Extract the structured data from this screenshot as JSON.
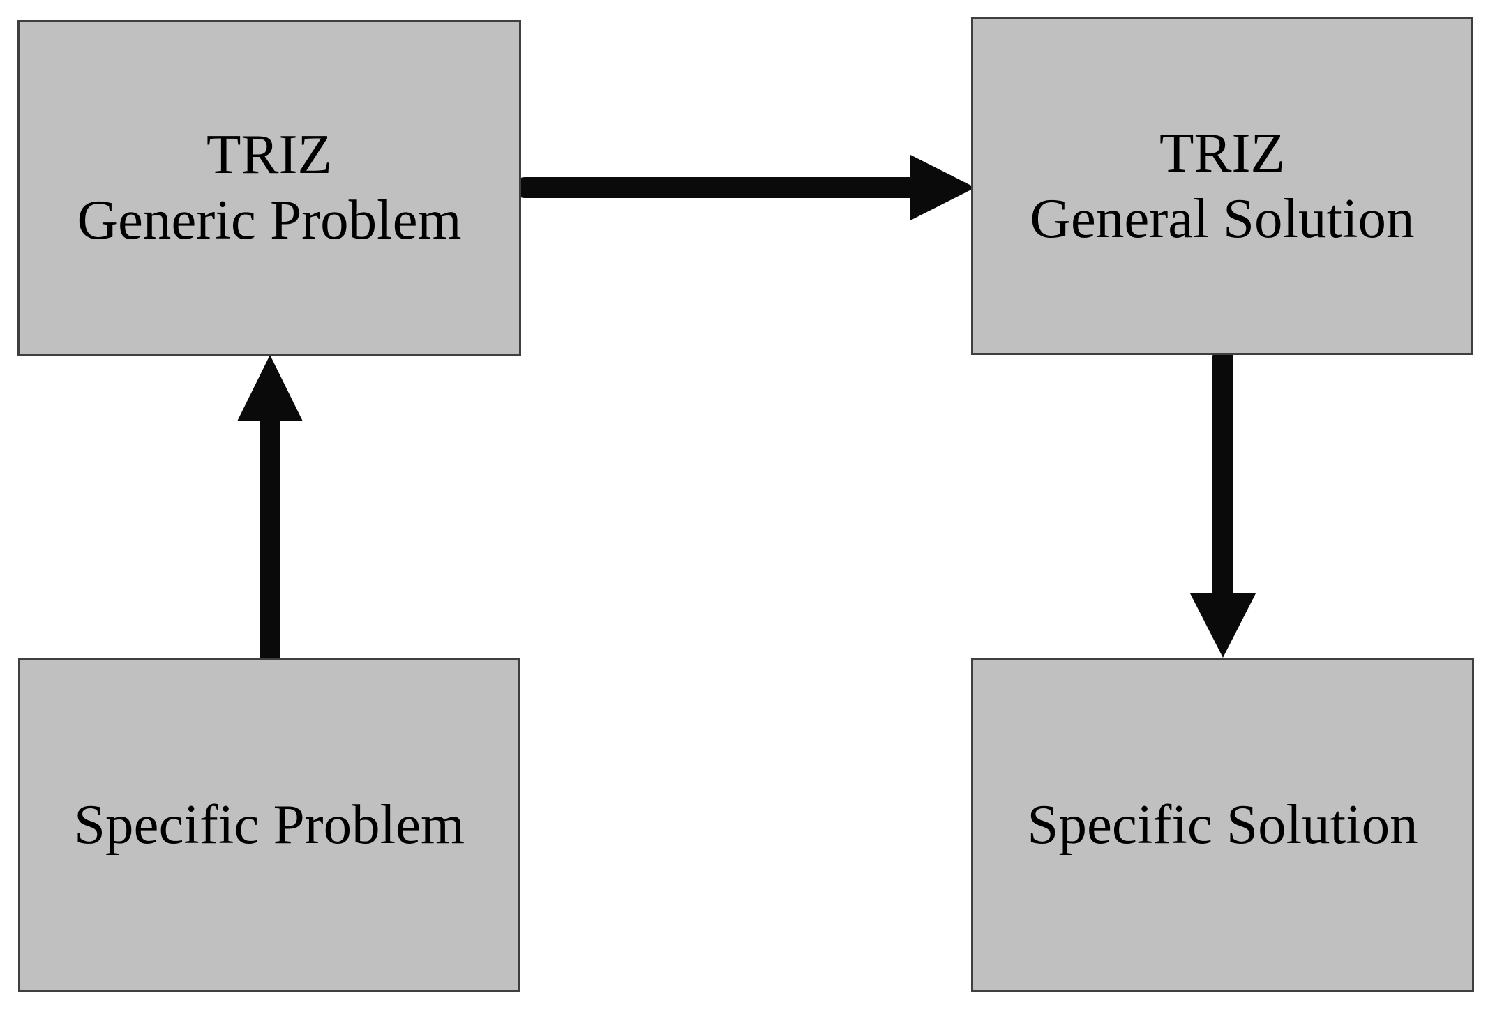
{
  "diagram": {
    "boxes": {
      "triz_generic_problem": {
        "line1": "TRIZ",
        "line2": "Generic Problem"
      },
      "triz_general_solution": {
        "line1": "TRIZ",
        "line2": "General Solution"
      },
      "specific_problem": {
        "label": "Specific Problem"
      },
      "specific_solution": {
        "label": "Specific Solution"
      }
    },
    "arrows": [
      {
        "name": "specific-problem-to-triz-generic-problem",
        "direction": "up"
      },
      {
        "name": "triz-generic-problem-to-triz-general-solution",
        "direction": "right"
      },
      {
        "name": "triz-general-solution-to-specific-solution",
        "direction": "down"
      }
    ],
    "colors": {
      "background": "#ffffff",
      "box_fill": "#c0c0c0",
      "box_border": "#3f3f3f",
      "text": "#000000",
      "arrow": "#0a0a0a"
    }
  }
}
